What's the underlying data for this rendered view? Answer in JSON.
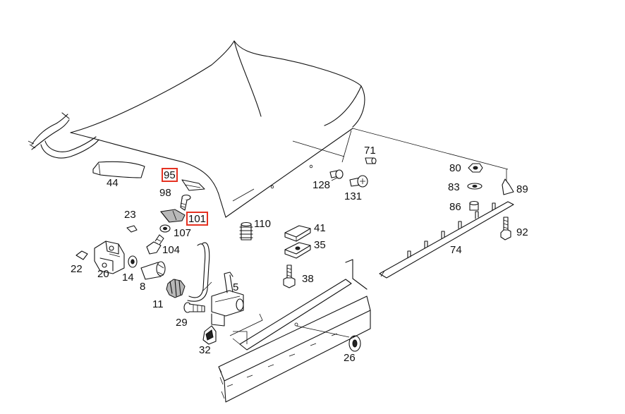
{
  "diagram": {
    "highlight_color": "#e53222",
    "line_color": "#111111",
    "background": "#ffffff",
    "highlighted_parts": [
      "95",
      "101"
    ],
    "callouts": [
      {
        "id": "c44",
        "text": "44"
      },
      {
        "id": "c95",
        "text": "95"
      },
      {
        "id": "c98",
        "text": "98"
      },
      {
        "id": "c23",
        "text": "23"
      },
      {
        "id": "c101",
        "text": "101"
      },
      {
        "id": "c107",
        "text": "107"
      },
      {
        "id": "c104",
        "text": "104"
      },
      {
        "id": "c22",
        "text": "22"
      },
      {
        "id": "c20",
        "text": "20"
      },
      {
        "id": "c14",
        "text": "14"
      },
      {
        "id": "c8",
        "text": "8"
      },
      {
        "id": "c11",
        "text": "11"
      },
      {
        "id": "c29",
        "text": "29"
      },
      {
        "id": "c32",
        "text": "32"
      },
      {
        "id": "c5",
        "text": "5"
      },
      {
        "id": "c110",
        "text": "110"
      },
      {
        "id": "c41",
        "text": "41"
      },
      {
        "id": "c35",
        "text": "35"
      },
      {
        "id": "c38",
        "text": "38"
      },
      {
        "id": "c71",
        "text": "71"
      },
      {
        "id": "c128",
        "text": "128"
      },
      {
        "id": "c131",
        "text": "131"
      },
      {
        "id": "c80",
        "text": "80"
      },
      {
        "id": "c83",
        "text": "83"
      },
      {
        "id": "c86",
        "text": "86"
      },
      {
        "id": "c89",
        "text": "89"
      },
      {
        "id": "c92",
        "text": "92"
      },
      {
        "id": "c74",
        "text": "74"
      },
      {
        "id": "c26",
        "text": "26"
      }
    ]
  }
}
